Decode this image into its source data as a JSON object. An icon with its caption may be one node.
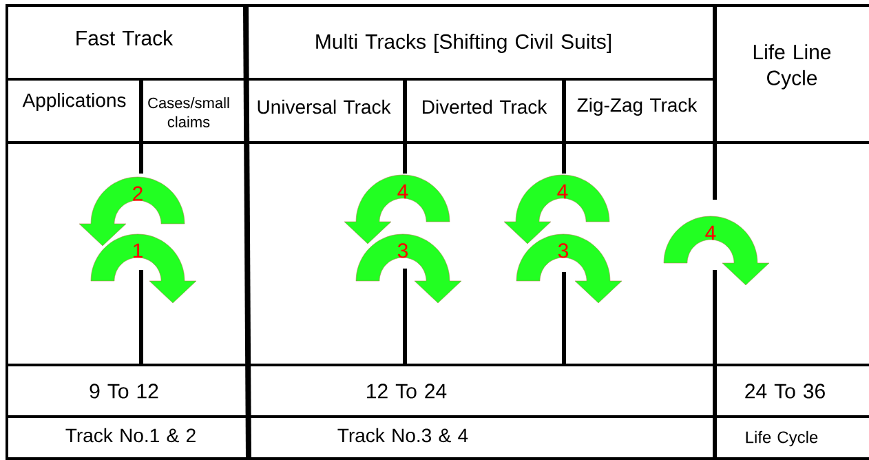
{
  "diagram": {
    "nodes": [
      {
        "text": [
          "2"
        ]
      },
      {
        "text": [
          "1"
        ]
      },
      {
        "text": [
          "4"
        ]
      },
      {
        "text": [
          "3"
        ]
      },
      {
        "text": [
          "4"
        ]
      },
      {
        "text": [
          "3"
        ]
      },
      {
        "text": [
          "4"
        ]
      }
    ],
    "labels": [
      "Fast Track",
      "Multi Tracks [Shifting Civil Suits]",
      "Life Line Cycle",
      "Applications",
      "Cases/small claims",
      "Universal Track",
      "Diverted Track",
      "Zig-Zag Track",
      "9 To 12",
      "12 To 24",
      "24 To 36",
      "Track No.1 & 2",
      "Track No.3 & 4",
      "Life Cycle"
    ]
  }
}
